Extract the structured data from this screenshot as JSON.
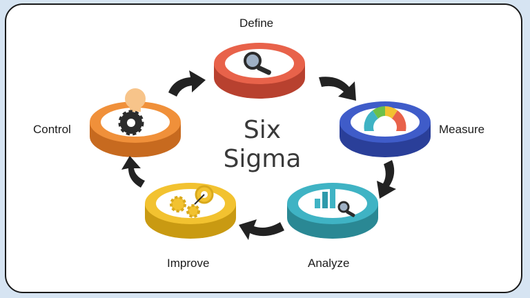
{
  "center": {
    "line1": "Six",
    "line2": "Sigma"
  },
  "steps": [
    {
      "label": "Define",
      "color": "#e8624a",
      "icon": "magnifier-icon"
    },
    {
      "label": "Measure",
      "color": "#3f5cc9",
      "icon": "gauge-icon"
    },
    {
      "label": "Analyze",
      "color": "#3fb3c4",
      "icon": "chart-magnifier-icon"
    },
    {
      "label": "Improve",
      "color": "#f2c230",
      "icon": "gears-target-icon"
    },
    {
      "label": "Control",
      "color": "#f0903a",
      "icon": "gear-bulb-icon"
    }
  ],
  "colors": {
    "arrow": "#222222",
    "page_background": "#d6e4f2",
    "frame": "#ffffff"
  }
}
